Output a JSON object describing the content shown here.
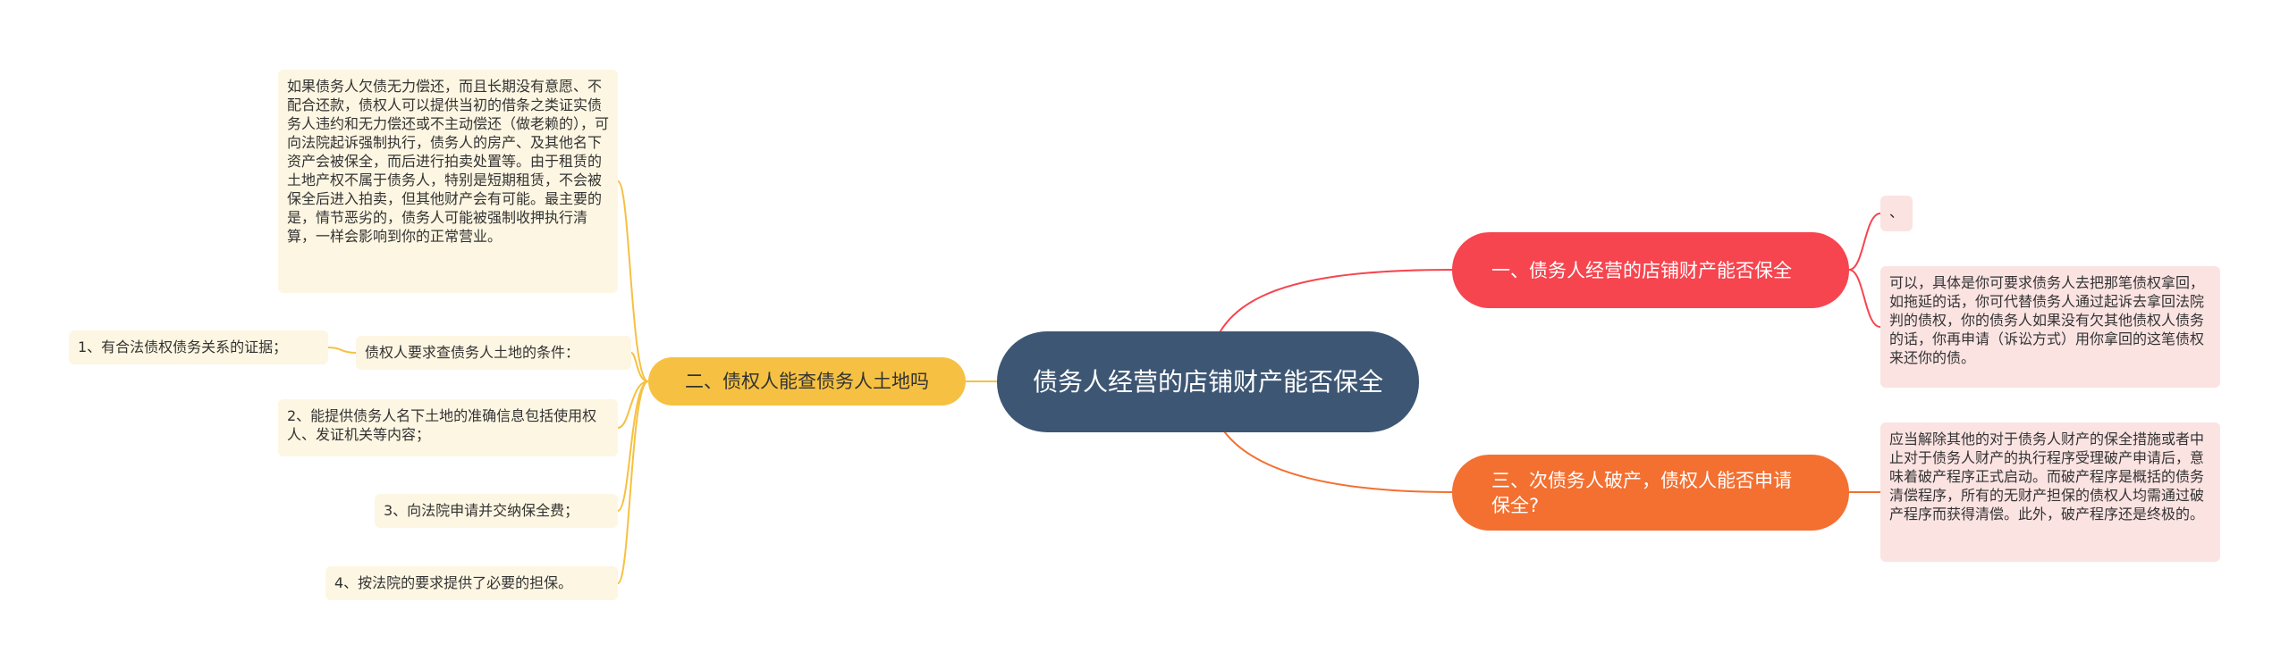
{
  "root": {
    "title": "债务人经营的店铺财产能否保全"
  },
  "branches": {
    "b1": {
      "label": "一、债务人经营的店铺财产能否保全",
      "color": "#f6454f",
      "details": [
        "、",
        "可以，具体是你可要求债务人去把那笔债权拿回，如拖延的话，你可代替债务人通过起诉去拿回法院判的债权，你的债务人如果没有欠其他债权人债务的话，你再申请（诉讼方式）用你拿回的这笔债权来还你的债。"
      ]
    },
    "b2": {
      "label": "二、债权人能查债务人土地吗",
      "color": "#f6c142",
      "details": {
        "intro": "如果债务人欠债无力偿还，而且长期没有意愿、不配合还款，债权人可以提供当初的借条之类证实债务人违约和无力偿还或不主动偿还（做老赖的），可向法院起诉强制执行，债务人的房产、及其他名下资产会被保全，而后进行拍卖处置等。由于租赁的土地产权不属于债务人，特别是短期租赁，不会被保全后进入拍卖，但其他财产会有可能。最主要的是，情节恶劣的，债务人可能被强制收押执行清算，一样会影响到你的正常营业。",
        "conditions": "债权人要求查债务人土地的条件：",
        "item1": "1、有合法债权债务关系的证据；",
        "item2": "2、能提供债务人名下土地的准确信息包括使用权人、发证机关等内容；",
        "item3": "3、向法院申请并交纳保全费；",
        "item4": "4、按法院的要求提供了必要的担保。"
      }
    },
    "b3": {
      "label": "三、次债务人破产，债权人能否申请保全?",
      "color": "#f37031",
      "details": [
        "应当解除其他的对于债务人财产的保全措施或者中止对于债务人财产的执行程序受理破产申请后，意味着破产程序正式启动。而破产程序是概括的债务清偿程序，所有的无财产担保的债权人均需通过破产程序而获得清偿。此外，破产程序还是终极的。"
      ]
    }
  }
}
